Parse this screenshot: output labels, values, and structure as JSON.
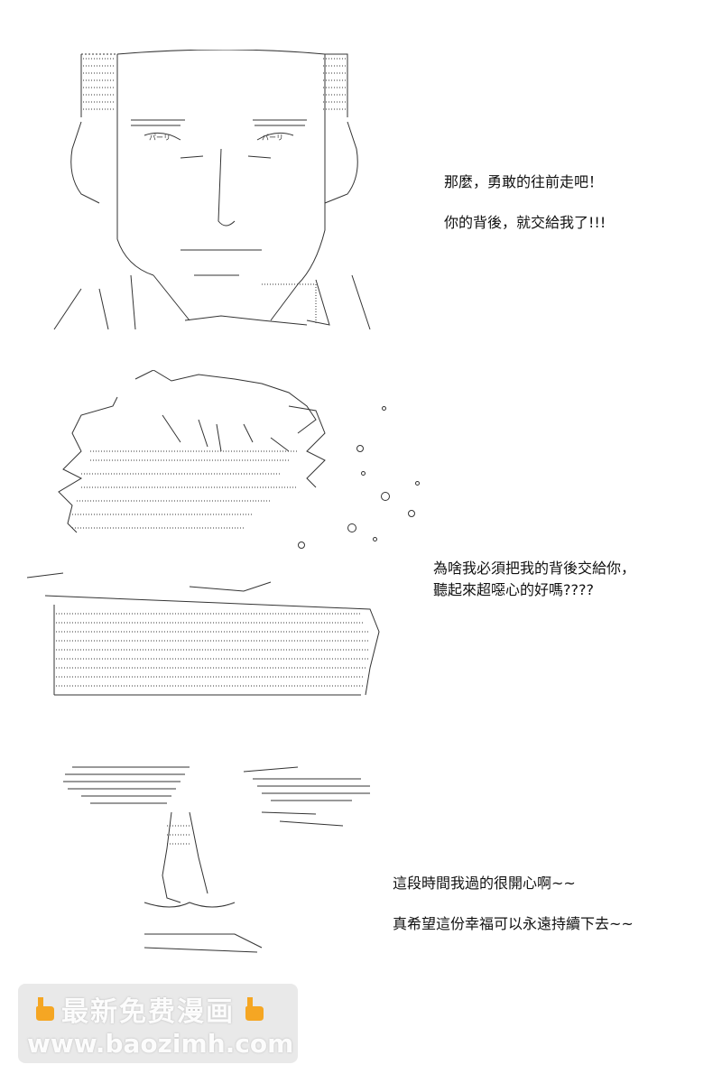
{
  "panels": [
    {
      "lines": [
        "那麼，勇敢的往前走吧！",
        "你的背後，就交給我了!!!"
      ]
    },
    {
      "lines": [
        "為啥我必須把我的背後交給你，",
        "聽起來超噁心的好嗎????"
      ]
    },
    {
      "lines": [
        "這段時間我過的很開心啊~~",
        "真希望這份幸福可以永遠持續下去~~"
      ]
    }
  ],
  "watermark": {
    "line1": "最新免费漫画",
    "line2": "www.baozimh.com",
    "hand_icon_color": "#f5a623"
  }
}
